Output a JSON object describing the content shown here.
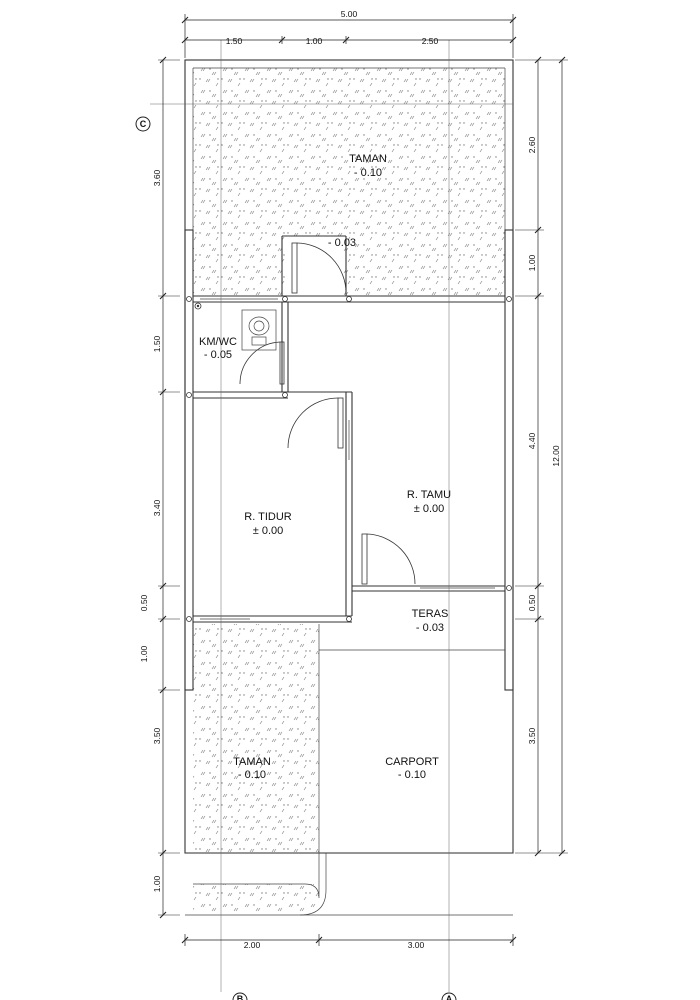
{
  "rooms": {
    "taman_top": {
      "name": "TAMAN",
      "level": "- 0.10"
    },
    "km_wc": {
      "name": "KM/WC",
      "level": "- 0.05"
    },
    "r_tidur": {
      "name": "R. TIDUR",
      "level": "± 0.00"
    },
    "r_tamu": {
      "name": "R. TAMU",
      "level": "± 0.00"
    },
    "teras": {
      "name": "TERAS",
      "level": "- 0.03"
    },
    "taman_bottom": {
      "name": "TAMAN",
      "level": "- 0.10"
    },
    "carport": {
      "name": "CARPORT",
      "level": "- 0.10"
    },
    "back_door_level": "- 0.03"
  },
  "dimensions": {
    "top_total": "5.00",
    "top_segments": [
      "1.50",
      "1.00",
      "2.50"
    ],
    "bottom_segments": [
      "2.00",
      "3.00"
    ],
    "left": [
      "3.60",
      "1.50",
      "3.40",
      "0.50",
      "1.00",
      "3.50",
      "1.00"
    ],
    "right_inner": [
      "2.60",
      "1.00",
      "4.40",
      "0.50",
      "3.50"
    ],
    "right_total": "12.00"
  },
  "axes": {
    "top_left": "C",
    "bottom_left": "B",
    "bottom_right": "A"
  }
}
